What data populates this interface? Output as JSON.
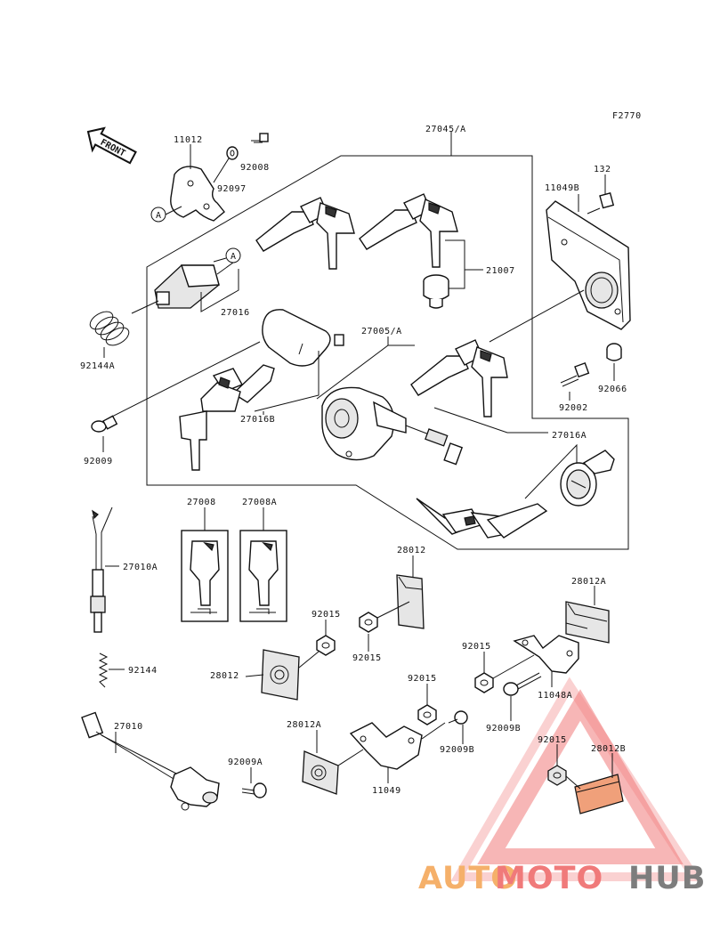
{
  "figure_code": "F2770",
  "front_arrow_label": "FRONT",
  "callouts": {
    "c27045A": "27045/A",
    "c11012": "11012",
    "c92008": "92008",
    "c92097": "92097",
    "cA1": "A",
    "cA2": "A",
    "c132": "132",
    "c11049B": "11049B",
    "c21007": "21007",
    "c27016": "27016",
    "c92144A": "92144A",
    "c27005A": "27005/A",
    "c92066": "92066",
    "c92002": "92002",
    "c27016B": "27016B",
    "c92009": "92009",
    "c27016A": "27016A",
    "c27008": "27008",
    "c27008A": "27008A",
    "c27010A": "27010A",
    "c28012top": "28012",
    "c28012A_top": "28012A",
    "c92015_a": "92015",
    "c92015_b": "92015",
    "c28012mid": "28012",
    "c92015_c": "92015",
    "c11048A": "11048A",
    "c92009B_a": "92009B",
    "c92144": "92144",
    "c92015_d": "92015",
    "c27010": "27010",
    "c28012A_mid": "28012A",
    "c92009B_b": "92009B",
    "c92009A": "92009A",
    "c11049": "11049",
    "c92015_e": "92015",
    "c28012B": "28012B"
  },
  "watermark": {
    "part1": "AUTO",
    "part2": "MOTO",
    "part3": "HUB",
    "color_part1": "#f5b06a",
    "color_part2": "#f07a7a",
    "color_part3": "#7d7d7d"
  }
}
